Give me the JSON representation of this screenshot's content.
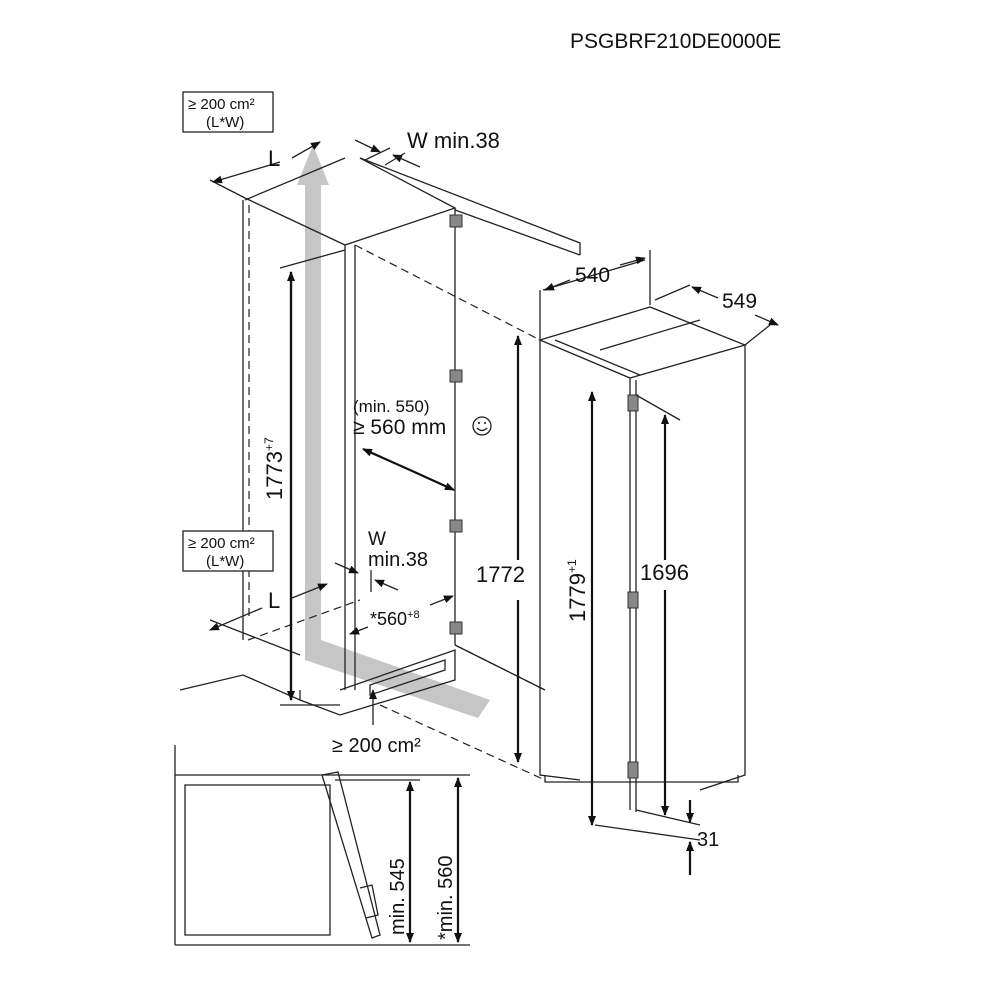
{
  "model_code": "PSGBRF210DE0000E",
  "vent_top": {
    "area": "≥ 200 cm²",
    "formula": "(L*W)",
    "length_label": "L",
    "width_label": "W min.38"
  },
  "vent_mid": {
    "area": "≥ 200 cm²",
    "formula": "(L*W)",
    "length_label": "L",
    "width_label_1": "W",
    "width_label_2": "min.38"
  },
  "niche": {
    "height": "1773",
    "height_tol": "+7",
    "depth_min": "(min. 550)",
    "depth_rec": "≥ 560 mm",
    "width": "*560",
    "width_tol": "+8",
    "plinth_vent": "≥ 200 cm²"
  },
  "appliance": {
    "width": "540",
    "depth": "549",
    "height_total": "1772",
    "height_door": "1779",
    "height_door_tol": "+1",
    "height_inner": "1696",
    "door_offset": "31"
  },
  "section": {
    "min_545": "min. 545",
    "min_560": "*min. 560"
  },
  "colors": {
    "line": "#222222",
    "airflow": "#c8c8c8"
  }
}
